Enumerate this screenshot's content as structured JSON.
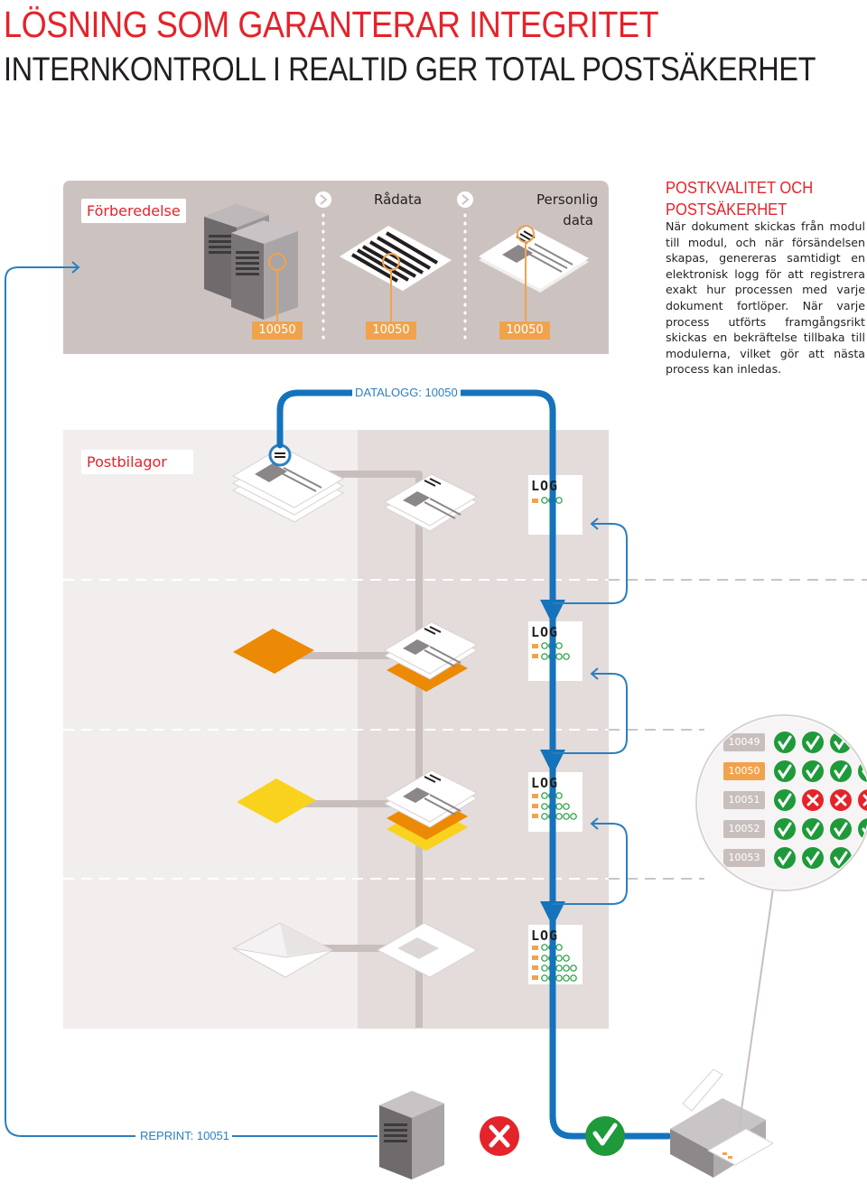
{
  "header": {
    "title": "LÖSNING SOM GARANTERAR INTEGRITET",
    "subtitle": "INTERNKONTROLL I REALTID GER TOTAL POSTSÄKERHET"
  },
  "sidebar": {
    "title": "POSTKVALITET OCH POSTSÄKERHET",
    "body": "När dokument skickas från modul till modul, och när försändelsen skapas, genereras samtidigt en elektronisk logg för att registrera exakt hur processen med varje dokument fortlöper. När varje process utförts framgångsrikt skickas en bekräftelse tillbaka till modulerna, vilket gör att nästa process kan inledas."
  },
  "preparation": {
    "label": "Förberedelse",
    "stage_raw": "Rådata",
    "stage_personal_line1": "Personlig",
    "stage_personal_line2": "data",
    "ids": [
      "10050",
      "10050",
      "10050"
    ]
  },
  "flow": {
    "datalog_label": "DATALOGG: 10050",
    "reprint_label": "REPRINT: 10051"
  },
  "postbilagor": {
    "label": "Postbilagor",
    "log_label": "LOG"
  },
  "log_table": {
    "rows": [
      {
        "id": "10049",
        "status": [
          "ok",
          "ok",
          "ok"
        ]
      },
      {
        "id": "10050",
        "status": [
          "ok",
          "ok",
          "ok"
        ]
      },
      {
        "id": "10051",
        "status": [
          "ok",
          "fail",
          "fail"
        ]
      },
      {
        "id": "10052",
        "status": [
          "ok",
          "ok",
          "ok"
        ]
      },
      {
        "id": "10053",
        "status": [
          "ok",
          "ok",
          "ok"
        ]
      }
    ],
    "highlight_id": "10050"
  },
  "colors": {
    "red": "#e5232b",
    "blue": "#2b7fc1",
    "orange": "#f0a34c",
    "green": "#1e9a3a",
    "panel": "#ccc3c1"
  }
}
